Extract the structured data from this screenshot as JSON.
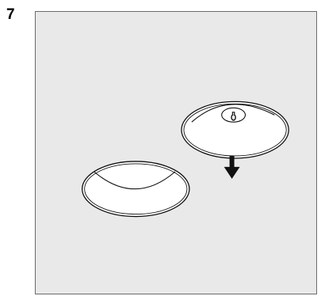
{
  "step": {
    "number": "7"
  },
  "figure": {
    "panel_background": "#e9e9e9",
    "panel_border": "#6b6b6b",
    "line_color": "#111111",
    "shape_fill": "#ffffff",
    "items": [
      {
        "name": "base-dome",
        "icon": "dome-shape"
      },
      {
        "name": "cover-dome",
        "icon": "dome-with-center-button"
      },
      {
        "name": "down-arrow",
        "icon": "arrow-down-icon"
      }
    ]
  }
}
